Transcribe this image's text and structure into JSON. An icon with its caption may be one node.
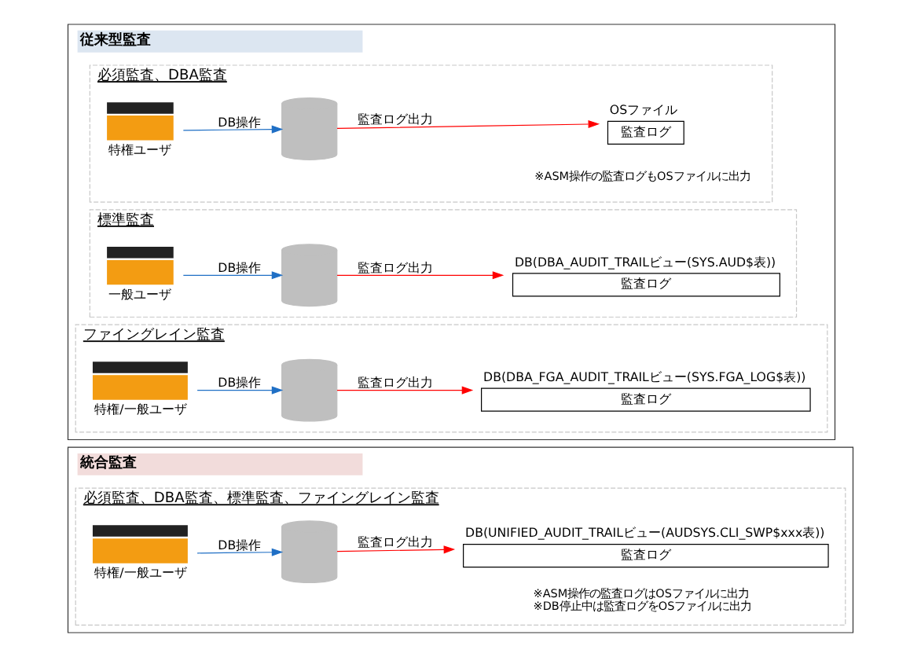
{
  "diagram": {
    "nodes": [
      {
        "text": [
          "従来型監査"
        ]
      },
      {
        "text": [
          "必須監査、DBA監査"
        ],
        "in": 0
      },
      {
        "text": [
          "特権ユーザ"
        ],
        "in": 1
      },
      {
        "text": [],
        "shape": "cylinder",
        "in": 1
      },
      {
        "text": [
          "OSファイル",
          "監査ログ"
        ],
        "in": 1,
        "beside": [
          "※ASM操作の監査ログもOSファイルに出力"
        ]
      },
      {
        "text": [
          "標準監査"
        ],
        "in": 0
      },
      {
        "text": [
          "一般ユーザ"
        ],
        "in": 5
      },
      {
        "text": [],
        "shape": "cylinder",
        "in": 5
      },
      {
        "text": [
          "DB(DBA_AUDIT_TRAILビュー(SYS.AUD$表))",
          "監査ログ"
        ],
        "in": 5
      },
      {
        "text": [
          "ファイングレイン監査"
        ],
        "in": 0
      },
      {
        "text": [
          "特権/一般ユーザ"
        ],
        "in": 9
      },
      {
        "text": [],
        "shape": "cylinder",
        "in": 9
      },
      {
        "text": [
          "DB(DBA_FGA_AUDIT_TRAILビュー(SYS.FGA_LOG$表))",
          "監査ログ"
        ],
        "in": 9
      },
      {
        "text": [
          "統合監査"
        ]
      },
      {
        "text": [
          "必須監査、DBA監査、標準監査、ファイングレイン監査"
        ],
        "in": 13
      },
      {
        "text": [
          "特権/一般ユーザ"
        ],
        "in": 14
      },
      {
        "text": [],
        "shape": "cylinder",
        "in": 14
      },
      {
        "text": [
          "DB(UNIFIED_AUDIT_TRAILビュー(AUDSYS.CLI_SWP$xxx表))",
          "監査ログ"
        ],
        "in": 14,
        "beside": [
          "※ASM操作の監査ログはOSファイルに出力",
          "※DB停止中は監査ログをOSファイルに出力"
        ]
      }
    ],
    "edges": [
      {
        "from": 2,
        "to": 3,
        "arrow": "to",
        "label": "DB操作",
        "color": "#1f6fc5"
      },
      {
        "from": 3,
        "to": 4,
        "arrow": "to",
        "label": "監査ログ出力",
        "color": "#ff0000"
      },
      {
        "from": 6,
        "to": 7,
        "arrow": "to",
        "label": "DB操作",
        "color": "#1f6fc5"
      },
      {
        "from": 7,
        "to": 8,
        "arrow": "to",
        "label": "監査ログ出力",
        "color": "#ff0000"
      },
      {
        "from": 10,
        "to": 11,
        "arrow": "to",
        "label": "DB操作",
        "color": "#1f6fc5"
      },
      {
        "from": 11,
        "to": 12,
        "arrow": "to",
        "label": "監査ログ出力",
        "color": "#ff0000"
      },
      {
        "from": 15,
        "to": 16,
        "arrow": "to",
        "label": "DB操作",
        "color": "#1f6fc5"
      },
      {
        "from": 16,
        "to": 17,
        "arrow": "to",
        "label": "監査ログ出力",
        "color": "#ff0000"
      }
    ]
  }
}
